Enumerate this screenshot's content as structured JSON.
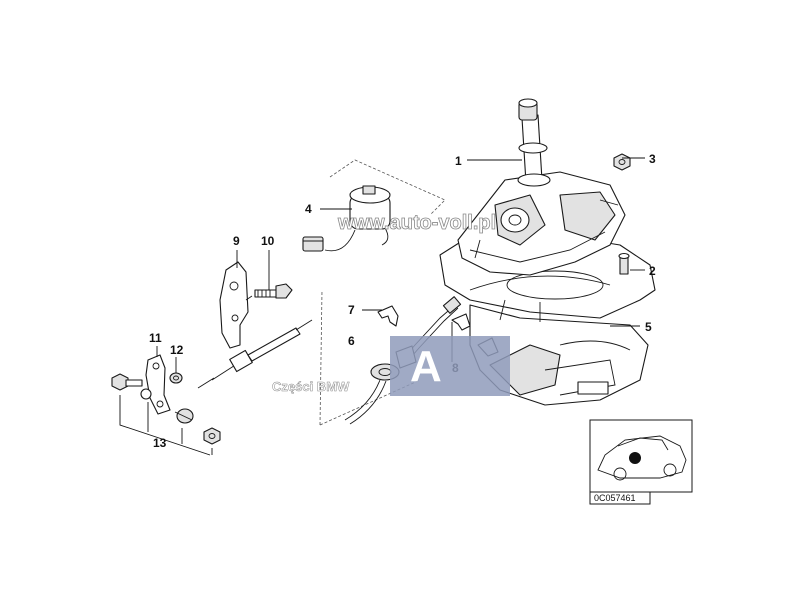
{
  "callouts": {
    "c1": "1",
    "c2": "2",
    "c3": "3",
    "c4": "4",
    "c5": "5",
    "c6": "6",
    "c7": "7",
    "c8": "8",
    "c9": "9",
    "c10": "10",
    "c11": "11",
    "c12": "12",
    "c13": "13"
  },
  "watermark": {
    "url": "www.auto-voll.pl",
    "subtitle": "Części BMW",
    "logo_letter": "A",
    "logo_color": "#8f9bbb"
  },
  "reference_code": "0C057461",
  "icons": {
    "car_locator": "car-locator-icon"
  }
}
